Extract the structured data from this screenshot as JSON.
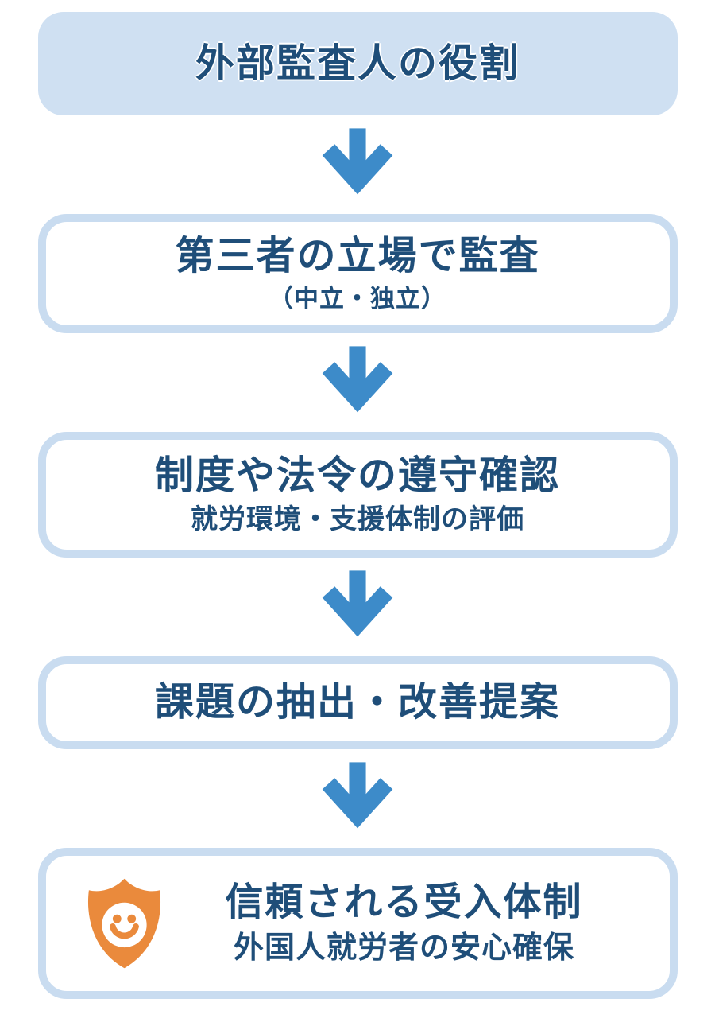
{
  "colors": {
    "box_fill": "#CFE0F2",
    "box_border": "#C9DCF0",
    "title_text": "#1F4E79",
    "arrow_blue": "#3D8BC9",
    "shield_orange": "#EA8A3C",
    "page_bg": "#FFFFFF"
  },
  "flow": {
    "header": {
      "title": "外部監査人の役割"
    },
    "steps": [
      {
        "title": "第三者の立場で監査",
        "subtitle": "（中立・独立）"
      },
      {
        "title": "制度や法令の遵守確認",
        "subtitle": "就労環境・支援体制の評価"
      },
      {
        "title": "課題の抽出・改善提案",
        "subtitle": ""
      },
      {
        "title": "信頼される受入体制",
        "subtitle": "外国人就労者の安心確保",
        "icon": "shield-smile-icon"
      }
    ]
  }
}
